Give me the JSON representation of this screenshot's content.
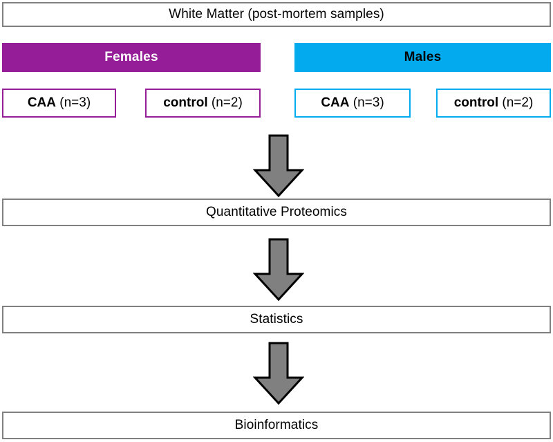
{
  "figure": {
    "type": "flowchart",
    "title": "White Matter (post-mortem samples)",
    "orientation": "top-to-bottom"
  },
  "top_box": {
    "label": "White Matter (post-mortem samples)"
  },
  "groups": [
    {
      "name": "females",
      "label": "Females",
      "color": "#951E98",
      "text_color": "#FFFFFF"
    },
    {
      "name": "males",
      "label": "Males",
      "color": "#03ABEE",
      "text_color": "#000000"
    }
  ],
  "samples": [
    {
      "group": "females",
      "condition": "CAA",
      "count_label": " (n=3)",
      "n": 3,
      "border_color": "#951E98"
    },
    {
      "group": "females",
      "condition": "control",
      "count_label": " (n=2)",
      "n": 2,
      "border_color": "#951E98"
    },
    {
      "group": "males",
      "condition": "CAA",
      "count_label": " (n=3)",
      "n": 3,
      "border_color": "#03ABEE"
    },
    {
      "group": "males",
      "condition": "control",
      "count_label": " (n=2)",
      "n": 2,
      "border_color": "#03ABEE"
    }
  ],
  "pipeline": [
    {
      "label": "Quantitative Proteomics"
    },
    {
      "label": "Statistics"
    },
    {
      "label": "Bioinformatics"
    }
  ],
  "arrows": [
    {
      "name": "arrow-to-proteomics"
    },
    {
      "name": "arrow-to-statistics"
    },
    {
      "name": "arrow-to-bioinformatics"
    }
  ],
  "style": {
    "box_border": "#808080",
    "arrow_fill": "#808080",
    "arrow_stroke": "#000000",
    "background": "#FFFFFF"
  }
}
